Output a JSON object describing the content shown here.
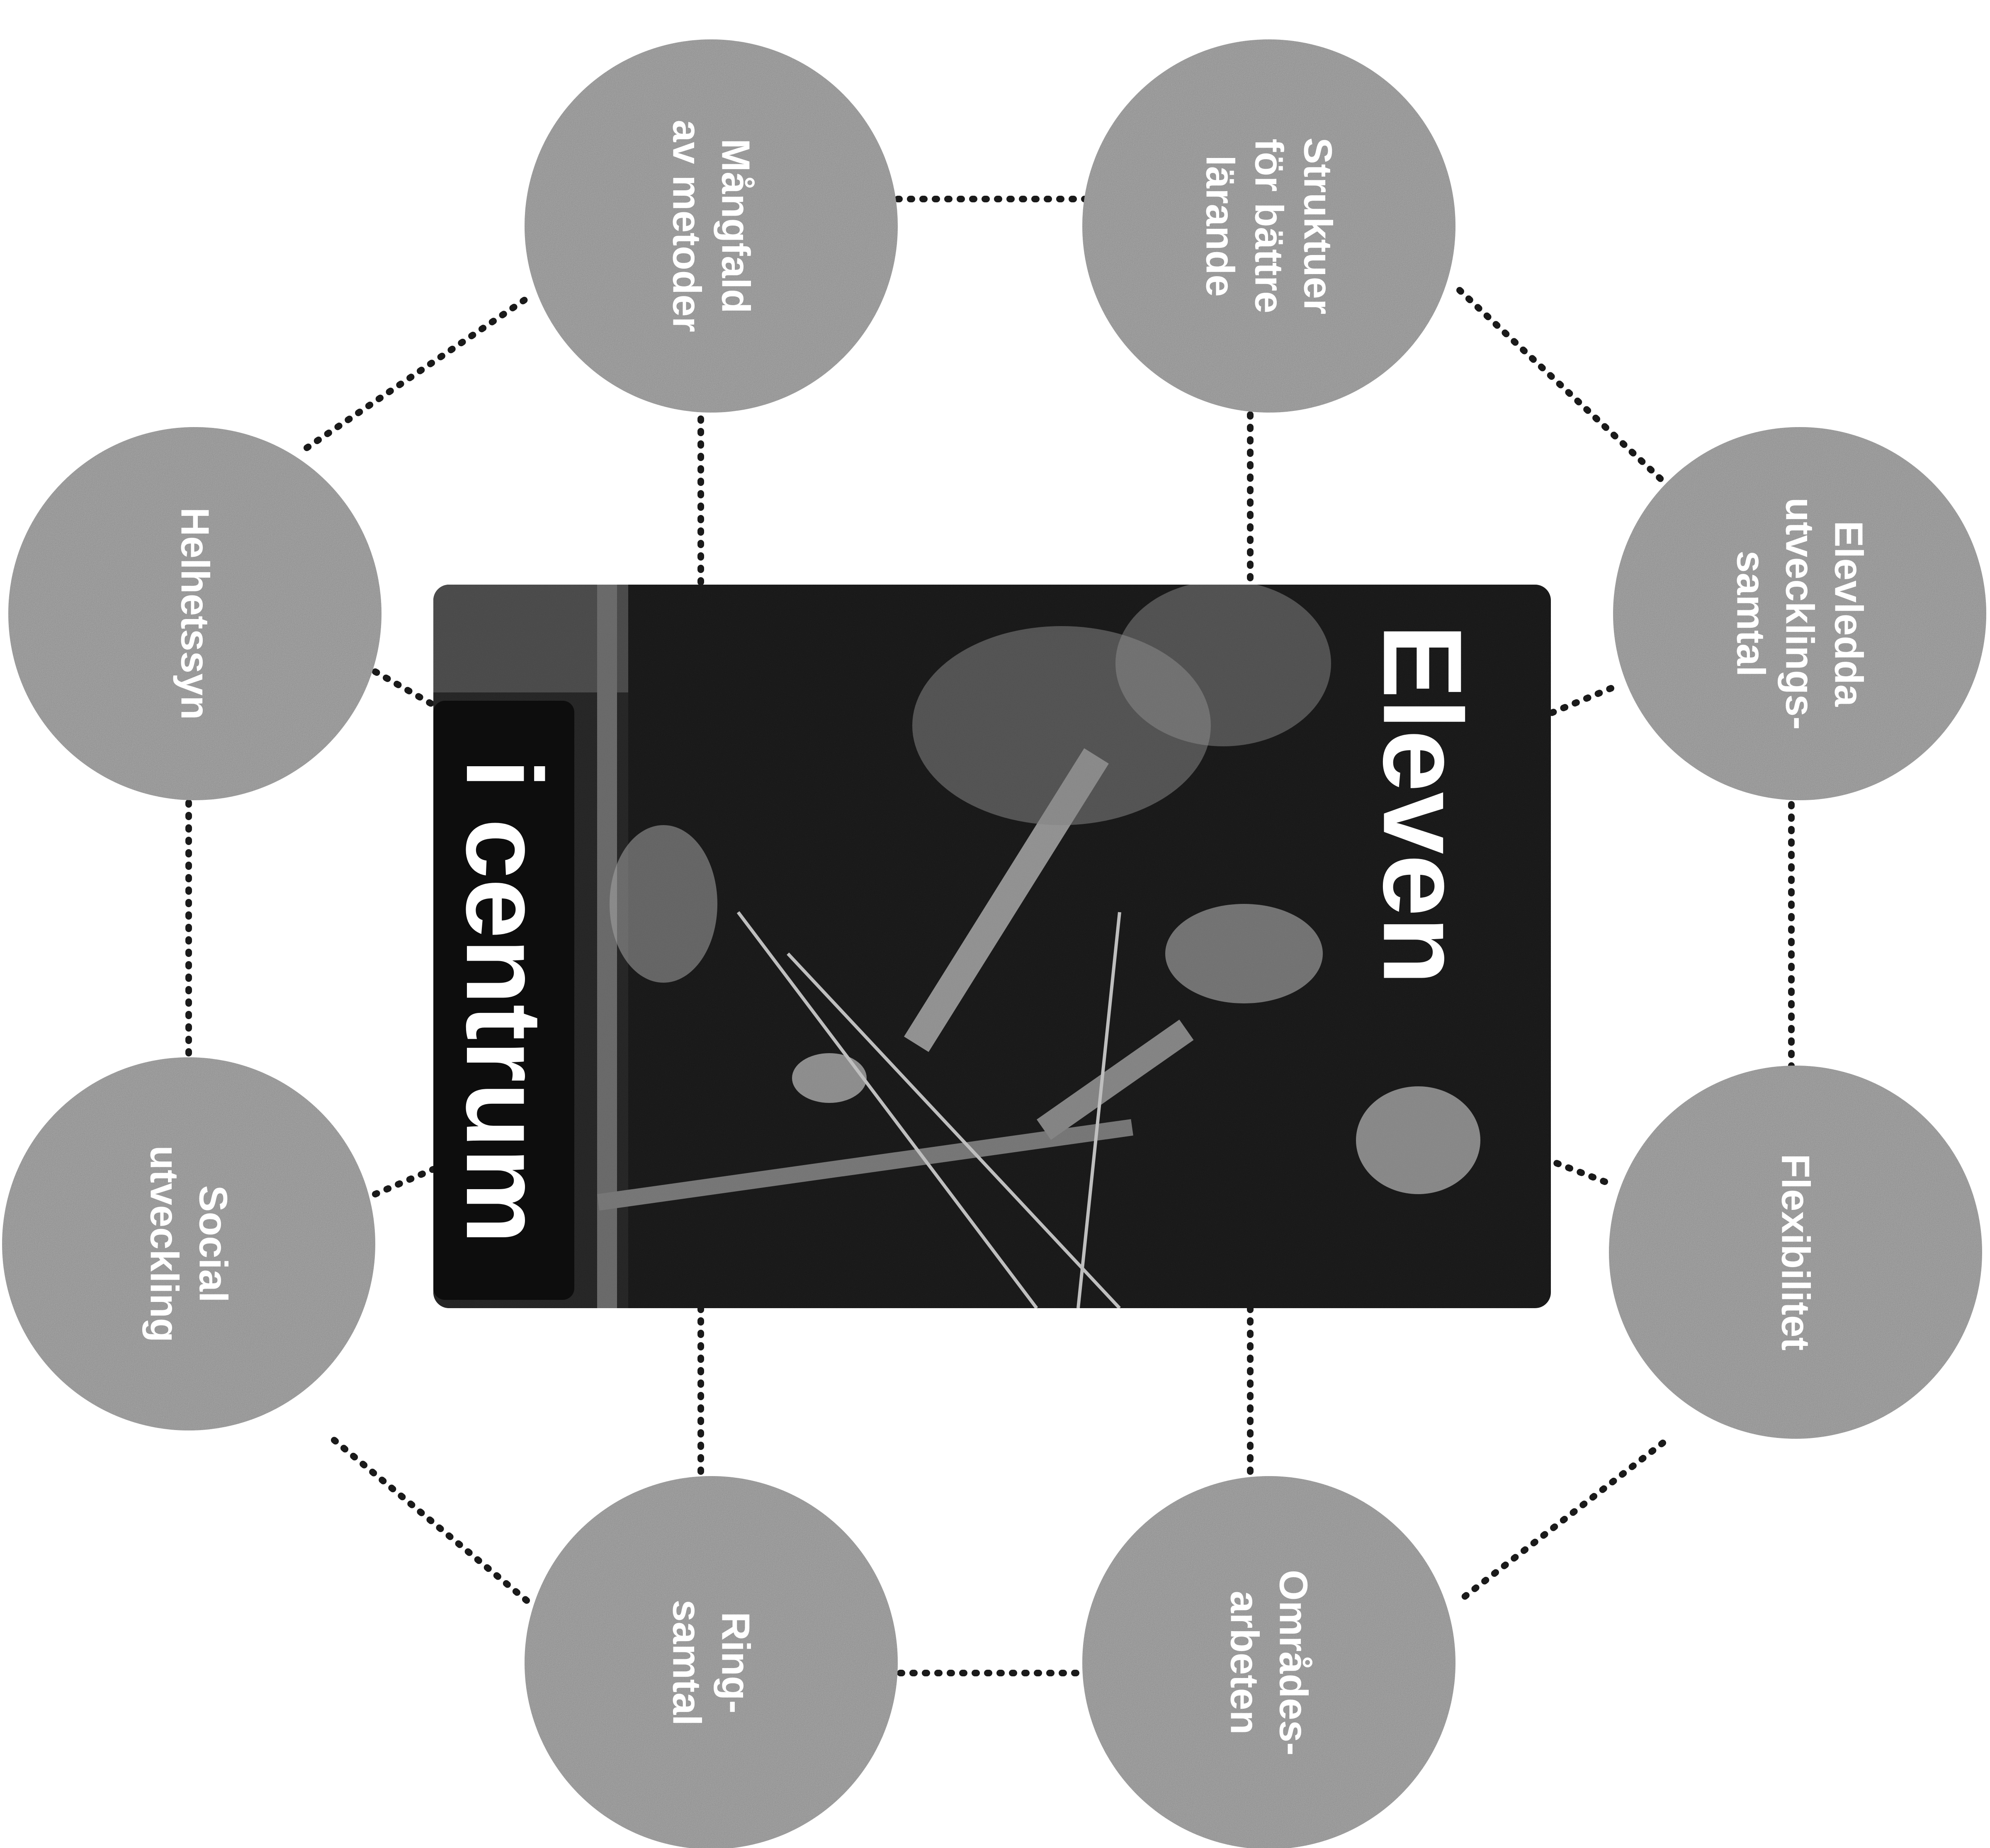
{
  "center": {
    "title_line1": "Eleven",
    "title_line2": "i centrum",
    "photo": "photo-of-child-on-playground"
  },
  "nodes": [
    {
      "id": "mangfald",
      "lines": [
        "Mångfald",
        "av metoder"
      ]
    },
    {
      "id": "strukturer",
      "lines": [
        "Struktuer",
        "för bättre",
        "lärande"
      ]
    },
    {
      "id": "elevledda",
      "lines": [
        "Elevledda",
        "utvecklings-",
        "samtal"
      ]
    },
    {
      "id": "flexibilitet",
      "lines": [
        "Flexibilitet"
      ]
    },
    {
      "id": "omradesarbeten",
      "lines": [
        "Områdes-",
        "arbeten"
      ]
    },
    {
      "id": "ringsamtal",
      "lines": [
        "Ring-",
        "samtal"
      ]
    },
    {
      "id": "social",
      "lines": [
        "Social",
        "utveckling"
      ]
    },
    {
      "id": "helhetssyn",
      "lines": [
        "Helhetssyn"
      ]
    }
  ],
  "colors": {
    "node_fill": "#8c8c8c",
    "node_dark": "#6e6e6e",
    "center_bg": "#0d0d0d",
    "connector": "#1a1a1a",
    "text": "#ffffff"
  }
}
